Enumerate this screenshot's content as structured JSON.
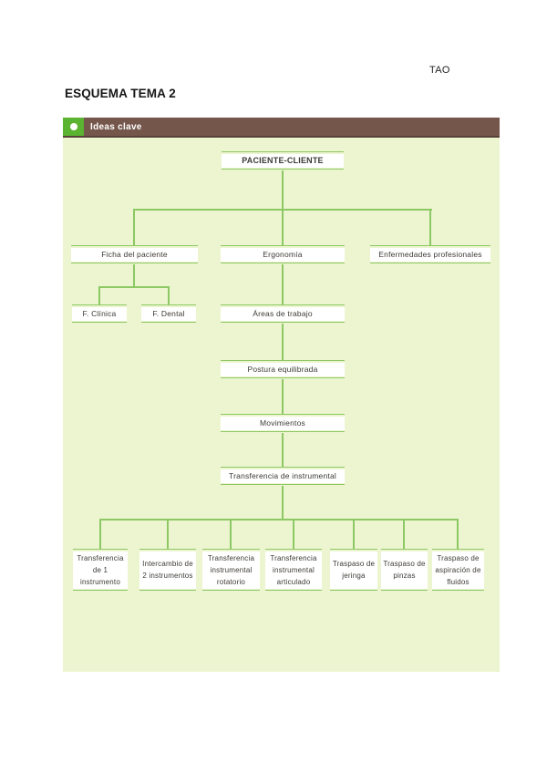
{
  "page": {
    "corner_label": "TAO",
    "title": "ESQUEMA TEMA 2"
  },
  "section": {
    "header_label": "Ideas clave"
  },
  "colors": {
    "header_brown": "#75564B",
    "accent_green": "#5BB431",
    "panel_green": "#EDF5D0",
    "line_green": "#8CC863",
    "node_text": "#3D3A36"
  },
  "diagram": {
    "root": "PACIENTE-CLIENTE",
    "branches": [
      {
        "label": "Ficha del paciente",
        "children": [
          "F. Clínica",
          "F. Dental"
        ]
      },
      {
        "label": "Ergonomía",
        "chain": [
          "Áreas de trabajo",
          "Postura equilibrada",
          "Movimientos",
          "Transferencia de instrumental"
        ],
        "leaf_children": [
          "Transferencia de 1 instrumento",
          "Intercambio de 2 instrumentos",
          "Transferencia instrumental rotatorio",
          "Transferencia instrumental articulado",
          "Traspaso de jeringa",
          "Traspaso de pinzas",
          "Traspaso de aspiración de fluidos"
        ]
      },
      {
        "label": "Enfermedades profesionales"
      }
    ]
  }
}
